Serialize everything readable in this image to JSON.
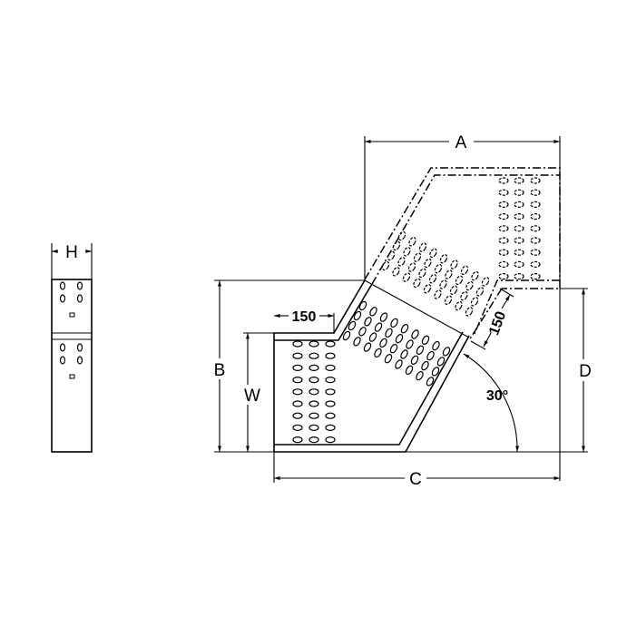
{
  "side_view": {
    "dimension_label": "H"
  },
  "plan_view": {
    "labels": {
      "a": "A",
      "b": "B",
      "c": "C",
      "d": "D",
      "w": "W"
    },
    "straight_length_top": "150",
    "straight_length_angled": "150",
    "angle": "30°"
  },
  "colors": {
    "line": "#000000",
    "background": "#ffffff"
  }
}
